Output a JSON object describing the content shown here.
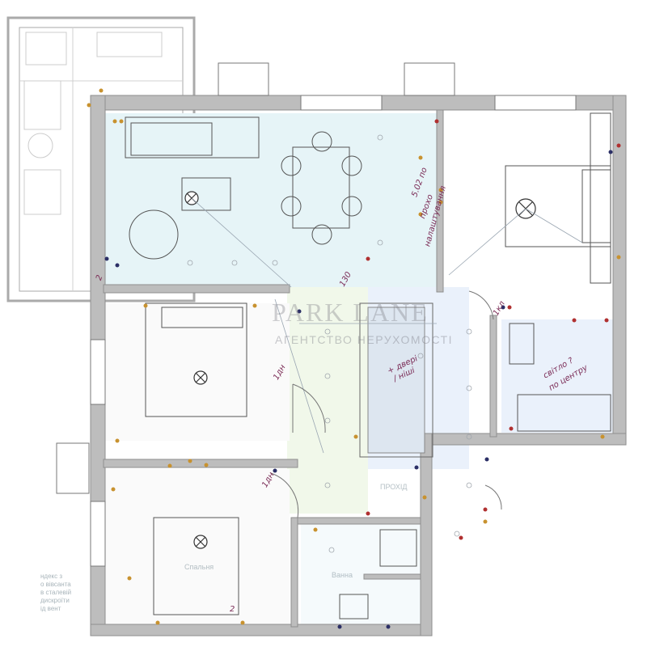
{
  "watermark": {
    "brand": "PARK LANE",
    "subtitle": "АГЕНТСТВО НЕРУХОМОСТІ"
  },
  "room_labels": {
    "hallway": "ПРОХІД",
    "bedroom": "Спальня",
    "bathroom": "Ванна"
  },
  "handwritten": {
    "note_kitchen_1": "5.02 по",
    "note_kitchen_2": "прохо",
    "note_kitchen_3": "налаштування",
    "note_wardrobe_1": "+ двері",
    "note_wardrobe_2": "/ ніші",
    "note_bath_1": "світло ?",
    "note_bath_2": "по центру",
    "mark_1": "130",
    "mark_2": "1дн",
    "mark_3": "1дн",
    "mark_4": "1кл",
    "mark_5": "2",
    "mark_6": "2"
  },
  "margin_note": [
    "ндекс з",
    "о вівсанта",
    "в сталевій",
    "дискроїти",
    "ід вент"
  ],
  "colors": {
    "wall": "#9a9a9a",
    "living_fill": "#e6f4f7",
    "bath_fill": "#eaf1fb",
    "hall_fill": "#f1f8ea",
    "socket_orange": "#c8922f",
    "socket_navy": "#2b2f66",
    "socket_red": "#b03030",
    "handwriting": "#7a2a55"
  }
}
